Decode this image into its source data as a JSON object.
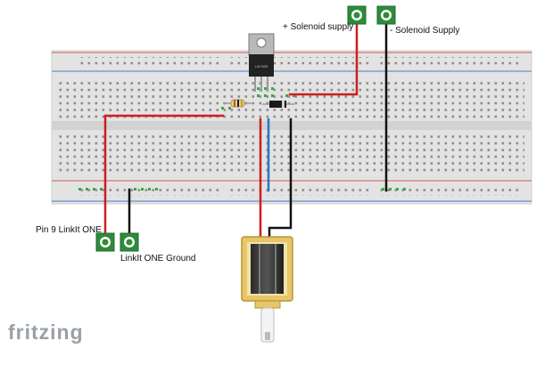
{
  "labels": {
    "solenoid_plus": "+ Solenoid supply",
    "solenoid_minus": "- Solenoid Supply",
    "pin9": "Pin 9 LinkIt ONE",
    "ground": "LinkIt ONE Ground",
    "regulator": "LM7805",
    "brand": "fritzing"
  },
  "colors": {
    "wire_red": "#cc1f1f",
    "wire_black": "#111111",
    "wire_blue": "#2a73c9",
    "connector_green": "#2e8b3a",
    "brand_gray": "#9aa0a6"
  }
}
